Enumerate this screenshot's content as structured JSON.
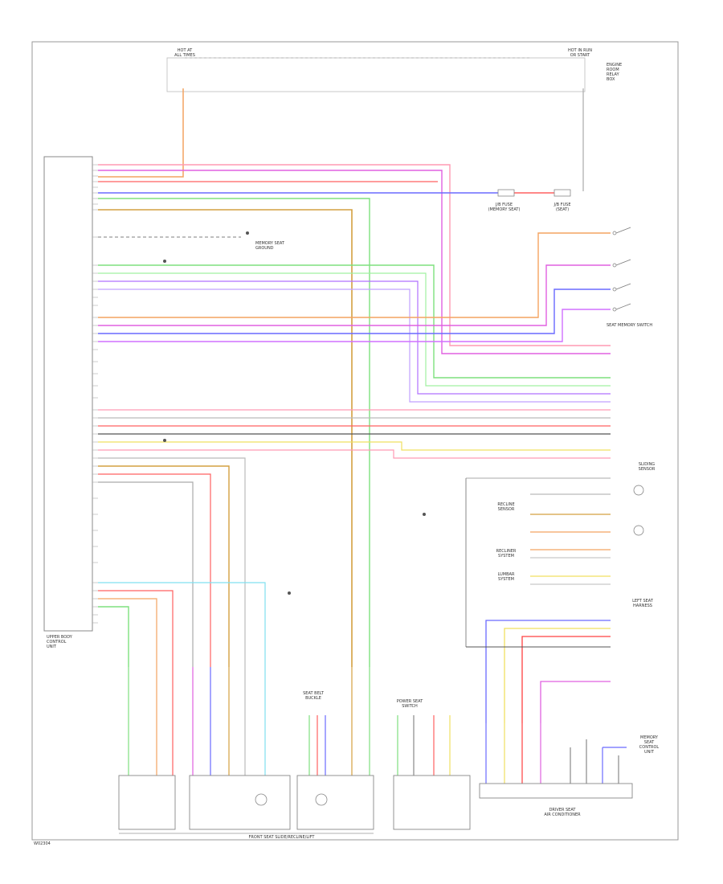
{
  "diagram": {
    "top_left_label": "HOT AT\nALL TIMES",
    "top_right_label": "HOT IN RUN\nOR START",
    "top_right_note": "ENGINE\nROOM\nRELAY\nBOX",
    "junction_left": "J/B FUSE\n(MEMORY SEAT)",
    "junction_right": "J/B FUSE\n(SEAT)",
    "memory_seat_unit": "MEMORY\nSEAT\nCONTROL\nUNIT",
    "memory_switch": "SEAT MEMORY SWITCH",
    "seat_ground_note": "MEMORY SEAT\nGROUND",
    "sliding_sensor": "SLIDING\nSENSOR",
    "recline_sensor": "RECLINE\nSENSOR",
    "recliner_sensor": "RECLINER\nSYSTEM",
    "lumbar": "LUMBAR\nSYSTEM",
    "left_harness": "LEFT SEAT\nHARNESS",
    "lower_left_label": "UPPER BODY\nCONTROL\nUNIT",
    "front_seat_motors": "FRONT SEAT SLIDE/RECLINE/LIFT",
    "seat_belt_buckle": "SEAT BELT\nBUCKLE",
    "power_seat_switch": "POWER SEAT\nSWITCH",
    "driver_seat_label": "DRIVER SEAT\nAIR CONDITIONER",
    "page_ref": "W02304"
  }
}
